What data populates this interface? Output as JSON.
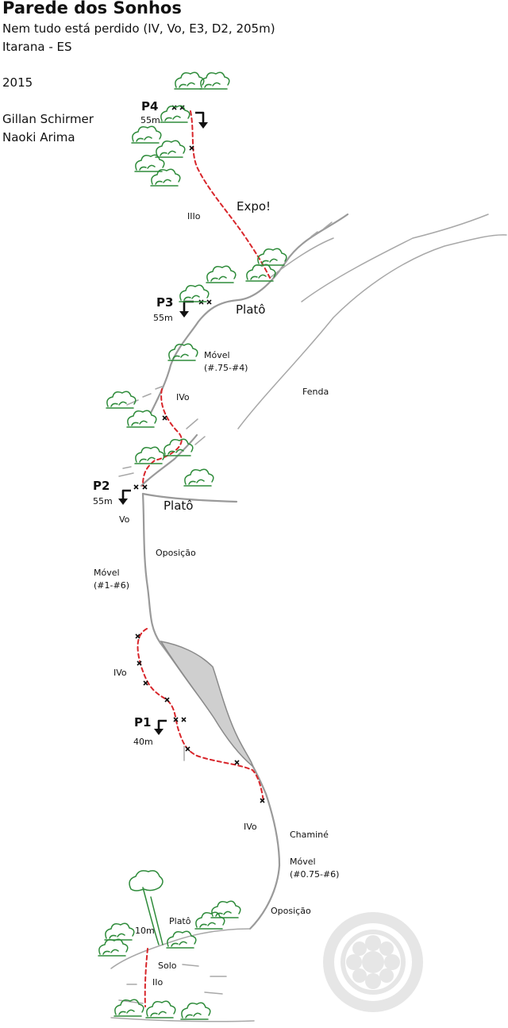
{
  "header": {
    "title": "Parede dos Sonhos",
    "route": "Nem tudo está perdido (IV, Vo, E3, D2, 205m)",
    "location": "Itarana - ES",
    "year": "2015",
    "author_1": "Gillan Schirmer",
    "author_2": "Naoki Arima"
  },
  "pitches": {
    "p4": {
      "label": "P4",
      "length": "55m"
    },
    "p3": {
      "label": "P3",
      "length": "55m"
    },
    "p2": {
      "label": "P2",
      "length": "55m"
    },
    "p1": {
      "label": "P1",
      "length": "40m"
    },
    "start": {
      "length": "10m"
    }
  },
  "labels": {
    "expo": "Expo!",
    "grade_3": "IIIo",
    "plato_upper": "Platô",
    "movel_upper": "Móvel",
    "movel_upper_range": "(#.75-#4)",
    "grade_4_upper": "IVo",
    "fenda": "Fenda",
    "plato_middle": "Platô",
    "grade_5": "Vo",
    "oposicao_middle": "Oposição",
    "movel_middle": "Móvel",
    "movel_middle_range": "(#1-#6)",
    "grade_4_lower": "IVo",
    "grade_4_chimney": "IVo",
    "chamine": "Chaminé",
    "movel_lower": "Móvel",
    "movel_lower_range": "(#0.75-#6)",
    "oposicao_lower": "Oposição",
    "plato_lower": "Platô",
    "solo": "Solo",
    "grade_2": "IIo"
  },
  "icons": {
    "bush": "bush-icon",
    "tree": "tree-icon",
    "arrow": "belay-arrow-icon",
    "bolt": "bolt-icon",
    "logo": "mon-crest-icon"
  },
  "colors": {
    "route": "#d8262b",
    "rock": "#9a9a9a",
    "vegetation": "#2e8b3a",
    "crest": "#e4e4e4"
  }
}
